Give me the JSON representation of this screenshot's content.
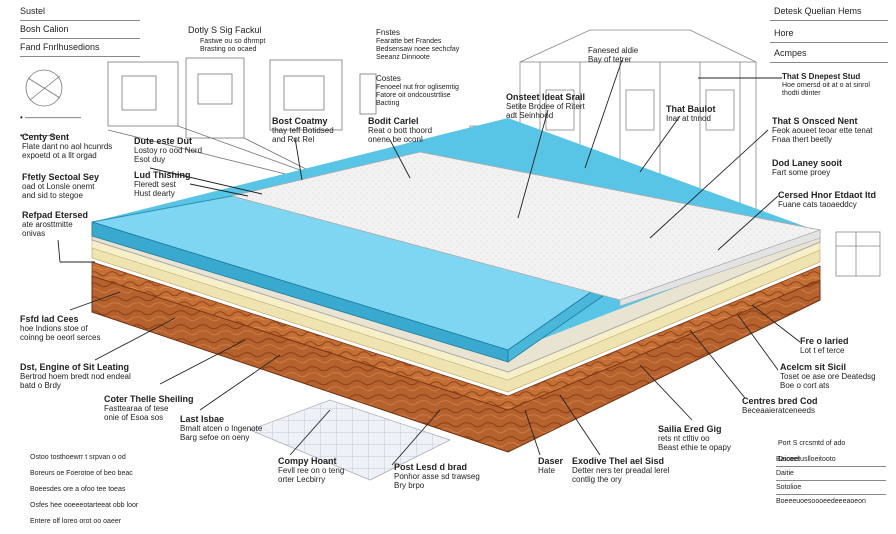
{
  "header_left": [
    "Sustel",
    "Bosh Calion",
    "Fand Fnrlhusedions"
  ],
  "header_right": [
    "Detesk Quelian Hems",
    "Hore",
    "Acmpes"
  ],
  "top_labels": {
    "det_a": "Dotly S Sig Fackul",
    "det_a_sub": "Fastwe ou so dhrmpt\nBrasting oo ocaed",
    "fnstes": "Fnstes",
    "fnstes_sub": "Fearatte bet Frandes\nBedsensaw noee sechcfay\nSeeanz Dinnoote",
    "costes": "Costes",
    "costes_sub": "Fenoeel nut fror oglisemtig\nFatore oit ondcoustrtlise\nBacting",
    "fanesed": "Fanesed aldie\nBay of tetrer",
    "that_a": "That S Dnepest Stud",
    "that_a_sub": "Hoe ornersd oit at o at sinrol\nthodti dtinter"
  },
  "callouts": {
    "centy": {
      "title": "Centy Sent",
      "body": "Flate dant no aol hcunrds\nexpoetd ot a llt orgad"
    },
    "dute": {
      "title": "Dute este Dut",
      "body": "Lostoy ro ood Nerd\nEsot duy"
    },
    "ftfy": {
      "title": "Ffetly Sectoal Sey",
      "body": "oad ot Lonsle onemt\nand sid to stegoe"
    },
    "lud": {
      "title": "Lud Thishing",
      "body": "Fleredt sest\nHust dearty"
    },
    "bost_c": {
      "title": "Bost Coatmy",
      "body": "thay teff Botidsed\nand Rot Rel"
    },
    "bodit": {
      "title": "Bodit Carlel",
      "body": "Reat o bott thoord\nonene be oconl"
    },
    "onstet": {
      "title": "Onsteet ldeat Srail",
      "body": "Setite Brodee of Ritert\nadt Seinhood"
    },
    "that_b": {
      "title": "That Baulot",
      "body": "Inar at tnnod"
    },
    "refpod": {
      "title": "Refpad Etersed",
      "body": "ate arosttmitte\nonivas"
    },
    "that_c": {
      "title": "That S Onsced Nent",
      "body": "Feok aoueet teoar ette tenat\nFnaa thert beetly"
    },
    "dod": {
      "title": "Dod Laney sooit",
      "body": "Fart some proey"
    },
    "cerscd": {
      "title": "Cersed Hnor Etdaot Itd",
      "body": "Fuane cats taoaeddcy"
    },
    "fsfd": {
      "title": "Fsfd lad Cees",
      "body": "hoe Indions stoe of\ncoinng be oeorl serces"
    },
    "dst": {
      "title": "Dst, Engine of Sit Leating",
      "body": "Bertrod hoem bredt nod endeal\nbatd o Brdy"
    },
    "cote": {
      "title": "Coter Thelle Sheiling",
      "body": "Fasttearaa of tese\nonie of Esoa sos"
    },
    "last": {
      "title": "Last Isbae",
      "body": "Bmalt atcen o Ingenote\nBarg sefoe on oeny"
    },
    "compy": {
      "title": "Compy Hoant",
      "body": "Fevll ree on o teng\norter Lecbirry"
    },
    "post": {
      "title": "Post Lesd d brad",
      "body": "Ponhor asse sd trawseg\nBry brpo"
    },
    "dater": {
      "title": "Daser",
      "body": "Hate"
    },
    "excive": {
      "title": "Exodive Thel ael Sisd",
      "body": "Detter ners ter preadal lerel\ncontlig the ory"
    },
    "sailta": {
      "title": "Sailia Ered Gig",
      "body": "rets nt ctltiv oo\nBeast ethie te opapy"
    },
    "fre": {
      "title": "Fre o laried",
      "body": "Lot t ef terce"
    },
    "acelt": {
      "title": "Acelcm sit Sicil",
      "body": "Toset oe ase ore Deatedsg\nBoe o cort ats"
    },
    "centres": {
      "title": "Centres bred Cod",
      "body": "Beceaaieratceneeds"
    }
  },
  "notes_left": [
    "Ostoo tosthoewrr t srpvan o od",
    "Boreurs oe Foerotoe of beo beac",
    "Boeesdes ore a ofoo tee toeas",
    "Osfes hee ooeeeotarteeat obb loor",
    "Entere olf loreo orot oo oaeer"
  ],
  "notes_right": [
    "Port S crcsmtd of ado",
    "Dsoeetuslloeitooto"
  ],
  "sign_fields": [
    "Baicoel",
    "Daitie",
    "Sotolioe"
  ],
  "footer_right": "Boeeeuoesoooeedeeeaoeon"
}
